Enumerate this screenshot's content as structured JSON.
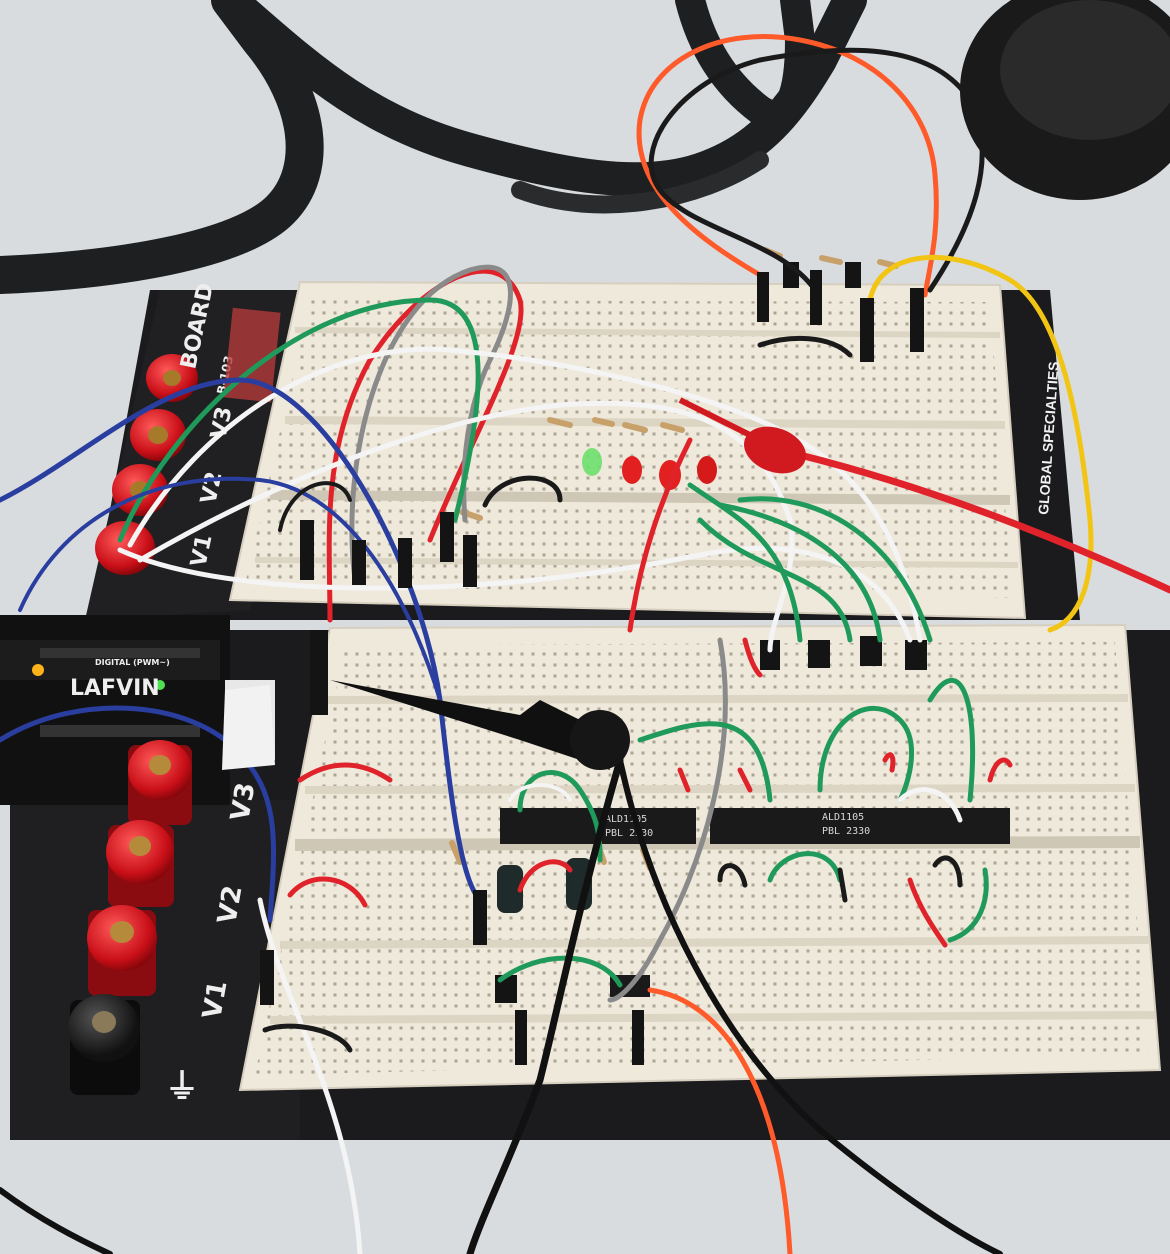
{
  "trainer": {
    "brand_fragment": "BOARD",
    "model_fragment": "B-103",
    "terminals_upper": [
      "V3",
      "V2",
      "V1"
    ],
    "terminals_lower": [
      "V3",
      "V2",
      "V1"
    ],
    "ground_symbol": "⏚"
  },
  "breadboard": {
    "maker_label": "GLOBAL SPECIALTIES"
  },
  "microcontroller": {
    "brand": "LAFVIN",
    "board_text": "DIGITAL (PWM~)"
  },
  "chips": [
    {
      "line1": "ALD1105",
      "line2": "PBL 2330"
    },
    {
      "line1": "ALD1105",
      "line2": "PBL 2330"
    }
  ],
  "colors": {
    "table": "#d9dde0",
    "trainer_base": "#1b1b1d",
    "breadboard": "#efe9dc",
    "terminal_red": "#d9141c",
    "wire_red": "#e0232b",
    "wire_green": "#1f9a5a",
    "wire_white": "#f4f4f4",
    "wire_blue": "#2a3ea0",
    "wire_gray": "#8a8a8a",
    "wire_orange": "#ff5a2a",
    "wire_yellow": "#f2c514"
  }
}
